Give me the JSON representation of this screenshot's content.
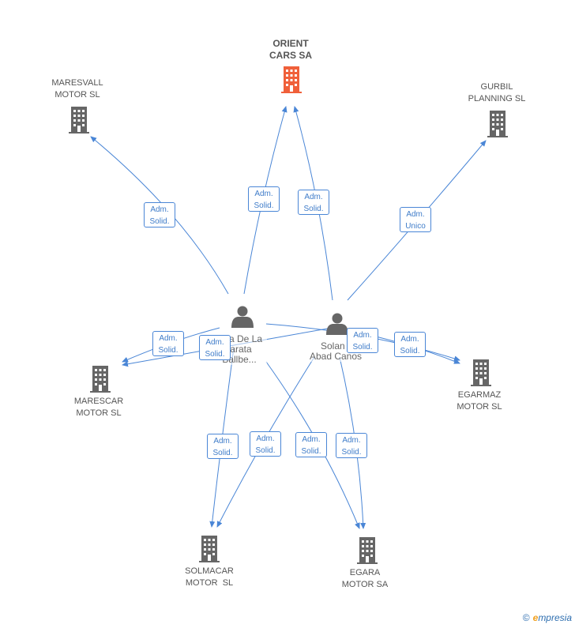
{
  "companies": {
    "orient": {
      "line1": "ORIENT",
      "line2": "CARS SA"
    },
    "maresvall": {
      "line1": "MARESVALL",
      "line2": "MOTOR SL"
    },
    "gurbil": {
      "line1": "GURBIL",
      "line2": "PLANNING SL"
    },
    "marescar": {
      "line1": "MARESCAR",
      "line2": "MOTOR SL"
    },
    "egarmaz": {
      "line1": "EGARMAZ",
      "line2": "MOTOR SL"
    },
    "solmacar": {
      "line1": "SOLMACAR",
      "line2": "MOTOR  SL"
    },
    "egara": {
      "line1": "EGARA",
      "line2": "MOTOR SA"
    }
  },
  "persons": {
    "p1": {
      "line1": "a De La",
      "line2": "arata",
      "line3": "Ballbe..."
    },
    "p2": {
      "line1": "Solan",
      "line2": "Abad Canos"
    }
  },
  "edges": [
    {
      "line1": "Adm.",
      "line2": "Solid."
    },
    {
      "line1": "Adm.",
      "line2": "Solid."
    },
    {
      "line1": "Adm.",
      "line2": "Solid."
    },
    {
      "line1": "Adm.",
      "line2": "Unico"
    },
    {
      "line1": "Adm.",
      "line2": "Solid."
    },
    {
      "line1": "Adm.",
      "line2": "Solid."
    },
    {
      "line1": "Adm.",
      "line2": "Solid."
    },
    {
      "line1": "Adm.",
      "line2": "Solid."
    },
    {
      "line1": "Adm.",
      "line2": "Solid."
    },
    {
      "line1": "Adm.",
      "line2": "Solid."
    },
    {
      "line1": "Adm.",
      "line2": "Solid."
    },
    {
      "line1": "Adm.",
      "line2": "Solid."
    }
  ],
  "colors": {
    "edge": "#4a86d6",
    "main_building": "#f0603a",
    "building": "#666666",
    "person": "#666666"
  },
  "icons": {
    "company": "building-icon",
    "person": "person-icon"
  },
  "credit": {
    "copyright": "©",
    "brand_initial": "e",
    "brand_rest": "mpresia"
  }
}
